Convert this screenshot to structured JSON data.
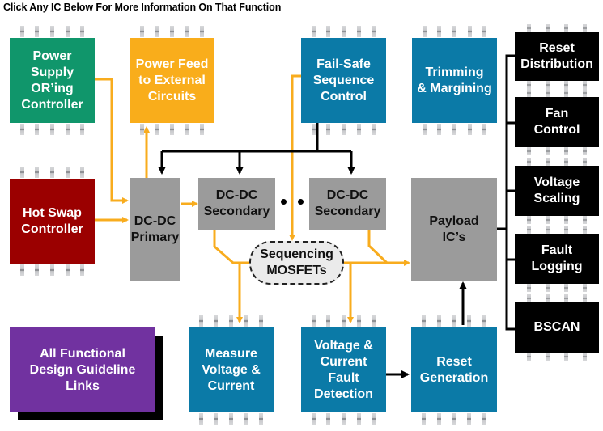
{
  "header": {
    "instruction": "Click Any IC Below For More Information On That Function"
  },
  "colors": {
    "green": "#10966b",
    "orange": "#f9ad1b",
    "blue": "#0b7aa7",
    "red": "#9b0000",
    "gray": "#9b9b9b",
    "black": "#000000",
    "purple": "#7132a0",
    "power_wire": "#f8ac1e",
    "signal_wire": "#000000"
  },
  "blocks": {
    "power_oring": "Power\nSupply\nOR’ing\nController",
    "power_feed": "Power Feed\nto External\nCircuits",
    "fail_safe": "Fail-Safe\nSequence\nControl",
    "trimming": "Trimming\n& Margining",
    "hot_swap": "Hot Swap\nController",
    "dcdc_primary": "DC-DC\nPrimary",
    "dcdc_secondary_1": "DC-DC\nSecondary",
    "dcdc_secondary_2": "DC-DC\nSecondary",
    "sequencing_mosfets": "Sequencing\nMOSFETs",
    "payload": "Payload\nIC’s",
    "measure": "Measure\nVoltage &\nCurrent",
    "fault_detection": "Voltage &\nCurrent\nFault\nDetection",
    "reset_generation": "Reset\nGeneration",
    "all_links": "All Functional\nDesign Guideline\nLinks",
    "reset_distribution": "Reset\nDistribution",
    "fan_control": "Fan\nControl",
    "voltage_scaling": "Voltage\nScaling",
    "fault_logging": "Fault\nLogging",
    "bscan": "BSCAN"
  }
}
